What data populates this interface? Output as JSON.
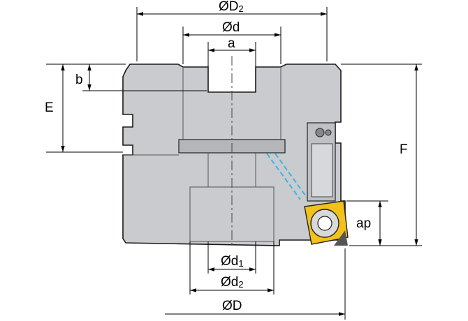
{
  "labels": {
    "D2_main": "ØD",
    "D2_sub": "2",
    "d": "Ød",
    "a": "a",
    "b": "b",
    "E": "E",
    "F": "F",
    "ap": "ap",
    "d1_main": "Ød",
    "d1_sub": "1",
    "d2_main": "Ød",
    "d2_sub": "2",
    "D": "ØD"
  },
  "colors": {
    "body": "#c9cbce",
    "insert": "#f2c21b",
    "coolant": "#35b6e8"
  }
}
